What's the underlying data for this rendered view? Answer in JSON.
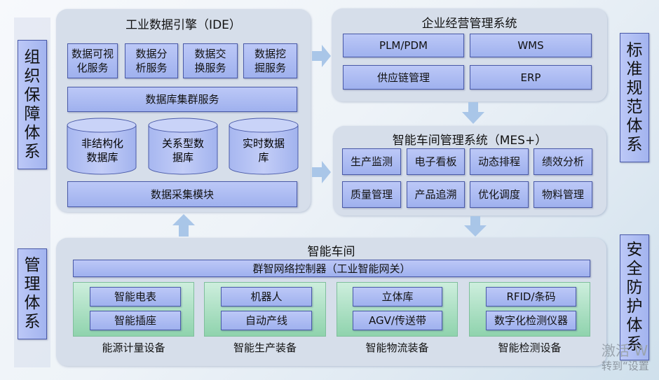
{
  "side_labels": {
    "org": "组织保障体系",
    "mgmt": "管理体系",
    "std": "标准规范体系",
    "sec": "安全防护体系"
  },
  "ide": {
    "title": "工业数据引擎（IDE）",
    "services": [
      "数据可视化服务",
      "数据分析服务",
      "数据交换服务",
      "数据挖掘服务"
    ],
    "cluster": "数据库集群服务",
    "databases": [
      "非结构化数据库",
      "关系型数据库",
      "实时数据库"
    ],
    "collect": "数据采集模块"
  },
  "erp_panel": {
    "title": "企业经营管理系统",
    "items": [
      "PLM/PDM",
      "WMS",
      "供应链管理",
      "ERP"
    ]
  },
  "mes": {
    "title": "智能车间管理系统（MES+）",
    "items": [
      "生产监测",
      "电子看板",
      "动态排程",
      "绩效分析",
      "质量管理",
      "产品追溯",
      "优化调度",
      "物料管理"
    ]
  },
  "workshop": {
    "title": "智能车间",
    "gateway": "群智网络控制器（工业智能网关）",
    "groups": [
      {
        "items": [
          "智能电表",
          "智能插座"
        ],
        "label": "能源计量设备"
      },
      {
        "items": [
          "机器人",
          "自动产线"
        ],
        "label": "智能生产装备"
      },
      {
        "items": [
          "立体库",
          "AGV/传送带"
        ],
        "label": "智能物流装备"
      },
      {
        "items": [
          "RFID/条码",
          "数字化检测仪器"
        ],
        "label": "智能检测设备"
      }
    ]
  },
  "watermark": {
    "line1": "激活 W",
    "line2": "转到“设置"
  },
  "colors": {
    "box_fill": "#b0bff3",
    "box_border": "#4a5aa8",
    "panel_fill": "#d6deea",
    "arrow": "#a9c6e8",
    "green": "#a8dfc0"
  }
}
